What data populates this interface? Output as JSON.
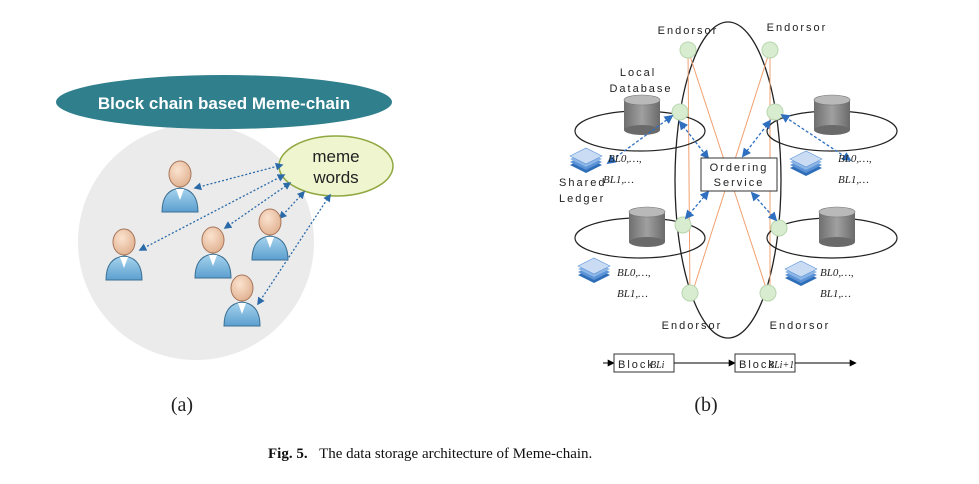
{
  "panel_a": {
    "banner_title": "Block chain based Meme-chain",
    "meme_words_line1": "meme",
    "meme_words_line2": "words",
    "label": "(a)",
    "colors": {
      "banner": "#2f7f8c",
      "bubble": "#eef5cf",
      "bubble_stroke": "#8fa73f",
      "cloud": "#ececec",
      "arrow": "#2a6aa8"
    }
  },
  "panel_b": {
    "endorser_top_left": "Endorsor",
    "endorser_top_right": "Endorsor",
    "endorser_bottom_left": "Endorsor",
    "endorser_bottom_right": "Endorsor",
    "local_database_line1": "Local",
    "local_database_line2": "Database",
    "ordering_line1": "Ordering",
    "ordering_line2": "Service",
    "shared_ledger_line1": "Shared",
    "shared_ledger_line2": "Ledger",
    "ledger_entries": {
      "tl": [
        "BL0,…,",
        "BL1,…"
      ],
      "tr": [
        "BL0,…,",
        "BL1,…"
      ],
      "bl": [
        "BL0,…,",
        "BL1,…"
      ],
      "br": [
        "BL0,…,",
        "BL1,…"
      ]
    },
    "block_1": "Block",
    "block_1_sub": "BLi",
    "block_2": "Block",
    "block_2_sub": "BLi+1",
    "label": "(b)",
    "colors": {
      "node": "#d8ecd0",
      "db": "#8a8a8a",
      "ledger": "#3f7fc6",
      "arrow": "#2f6fc0",
      "line": "#f0a070"
    }
  },
  "caption": {
    "fig": "Fig. 5.",
    "text": "The data storage architecture of Meme-chain."
  }
}
